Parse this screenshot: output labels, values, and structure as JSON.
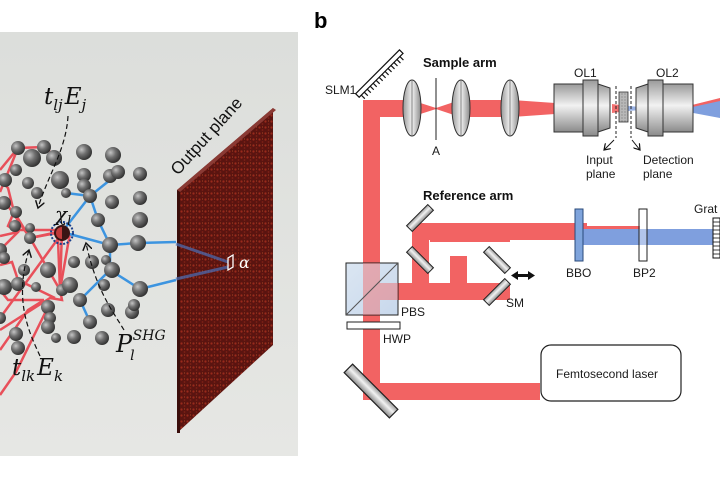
{
  "figure": {
    "panel_b_letter": "b",
    "colors": {
      "red_beam": "#f26363",
      "blue_beam": "#7f9fde",
      "network_red": "#e8505a",
      "network_blue": "#3c94e0",
      "panel_bg": "#e2e4e1",
      "output_plane": "#6a1a14"
    }
  },
  "left_panel": {
    "labels": {
      "t_lj": "t",
      "t_lj_sub": "lj",
      "E_j": "E",
      "E_j_sub": "j",
      "chi": "χ",
      "chi_sub": "l",
      "t_lk": "t",
      "t_lk_sub": "lk",
      "E_k": "E",
      "E_k_sub": "k",
      "P": "P",
      "P_sub": "l",
      "P_sup": "SHG",
      "alpha": "α",
      "output_plane": "Output plane"
    }
  },
  "right_panel": {
    "sample_arm": "Sample arm",
    "reference_arm": "Reference arm",
    "components": {
      "slm1": "SLM1",
      "aperture": "A",
      "ol1": "OL1",
      "ol2": "OL2",
      "input_plane_1": "Input",
      "input_plane_2": "plane",
      "detection_plane_1": "Detection",
      "detection_plane_2": "plane",
      "bbo": "BBO",
      "bp2": "BP2",
      "grating": "Grat",
      "pbs": "PBS",
      "hwp": "HWP",
      "sm": "SM",
      "laser": "Femtosecond laser"
    }
  }
}
